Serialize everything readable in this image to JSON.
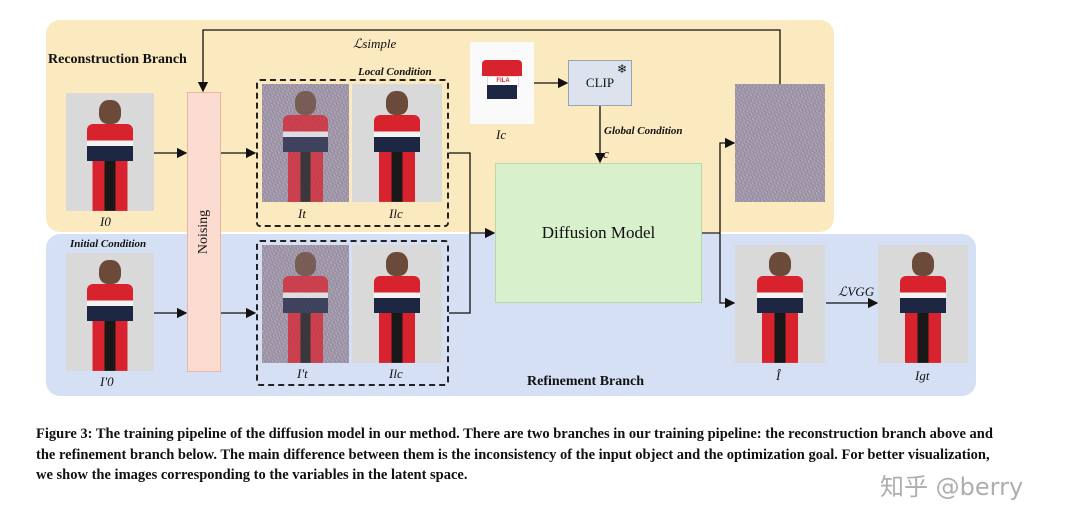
{
  "figure": {
    "top_branch_label": "Reconstruction Branch",
    "bottom_branch_label": "Refinement Branch",
    "noising_label": "Noising",
    "diffusion_label": "Diffusion Model",
    "clip_label": "CLIP",
    "loss_simple": "ℒsimple",
    "loss_vgg": "ℒVGG",
    "local_condition": "Local Condition",
    "initial_condition": "Initial Condition",
    "global_condition": "Global Condition",
    "c_symbol": "c",
    "labels": {
      "i0": "I0",
      "i0_prime": "I′0",
      "it": "It",
      "it_prime": "I′t",
      "ilc_top": "Ilc",
      "ilc_bottom": "Ilc",
      "ic": "Ic",
      "ihat": "Î",
      "igt": "Igt"
    },
    "fila_text": "FILA"
  },
  "caption": "Figure 3: The training pipeline of the diffusion model in our method. There are two branches in our training pipeline: the reconstruction branch above and the refinement branch below. The main difference between them is the inconsistency of the input object and the optimization goal. For better visualization, we show the images corresponding to the variables in the latent space.",
  "watermark": "知乎 @berry",
  "colors": {
    "top_panel": "#fbeac0",
    "bottom_panel": "#d6e0f4",
    "noising_box": "#fcdcd0",
    "diffusion_box": "#d8f0cc",
    "shirt_red": "#d8232f",
    "shirt_navy": "#1d2744"
  },
  "icons": [
    "snowflake-icon"
  ]
}
